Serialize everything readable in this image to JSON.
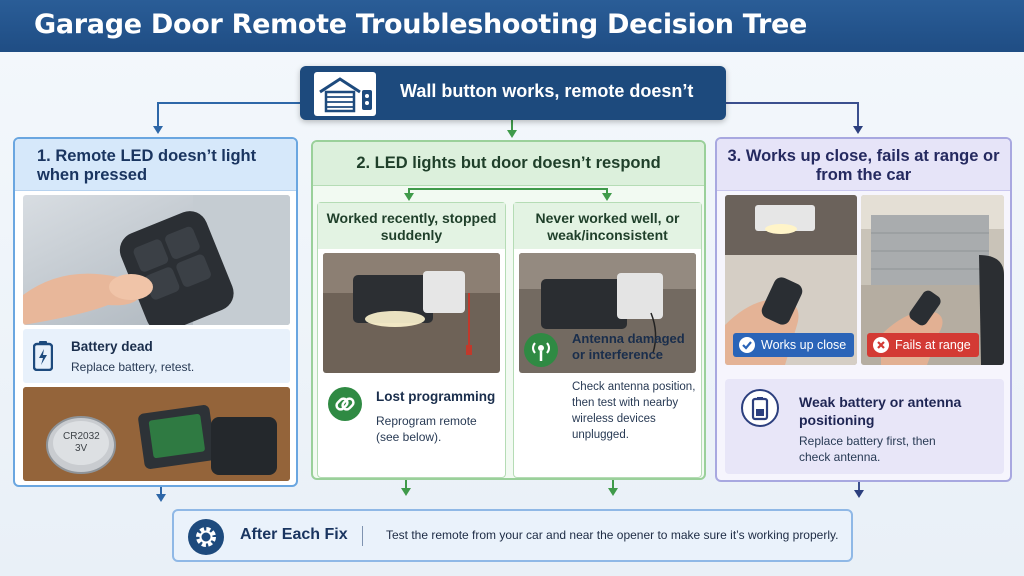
{
  "header": {
    "title": "Garage Door Remote Troubleshooting Decision Tree"
  },
  "root": {
    "label": "Wall button works, remote doesn’t",
    "icon": "garage-icon"
  },
  "branches": {
    "b1": {
      "title": "1. Remote LED doesn’t light when pressed",
      "result_title": "Battery dead",
      "result_text": "Replace battery, retest.",
      "icon": "battery-icon",
      "battery_label": "CR2032",
      "battery_voltage": "3V"
    },
    "b2": {
      "title": "2. LED lights but door doesn’t respond",
      "a": {
        "title": "Worked recently, stopped suddenly",
        "result_title": "Lost programming",
        "result_text": "Reprogram remote (see below).",
        "icon": "link-icon"
      },
      "b": {
        "title": "Never worked well, or weak/inconsistent",
        "result_title": "Antenna damaged or interference",
        "result_text": "Check antenna position, then test with nearby wireless devices unplugged.",
        "icon": "antenna-icon"
      }
    },
    "b3": {
      "title": "3. Works up close, fails at range or from the car",
      "badge_ok": "Works up close",
      "badge_fail": "Fails at range",
      "result_title": "Weak battery or antenna positioning",
      "result_text": "Replace battery first, then check antenna.",
      "icon": "battery-icon"
    }
  },
  "footer": {
    "title": "After Each Fix",
    "text": "Test the remote from your car and near the opener to make sure it’s working properly.",
    "icon": "gear-icon"
  },
  "colors": {
    "header": "#1f4d84",
    "root": "#1d4a7d",
    "branch1": "#6aa6e0",
    "branch2": "#9ad09a",
    "branch3": "#a8a8e0",
    "ok": "#2a64b8",
    "fail": "#d33a34"
  }
}
